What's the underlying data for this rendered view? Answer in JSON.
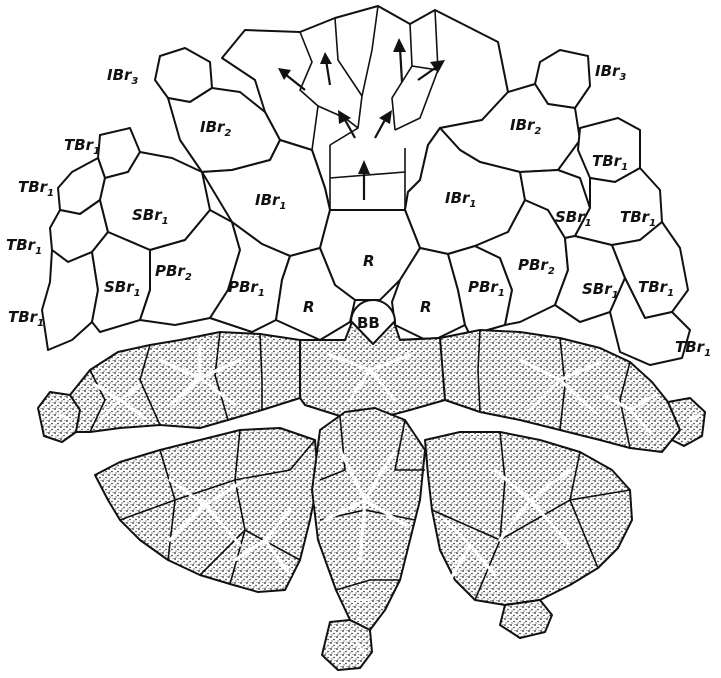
{
  "labels": {
    "ibr3_left": {
      "base": "IBr",
      "sub": "3"
    },
    "ibr3_right": {
      "base": "IBr",
      "sub": "3"
    },
    "ibr2_left": {
      "base": "IBr",
      "sub": "2"
    },
    "ibr2_right": {
      "base": "IBr",
      "sub": "2"
    },
    "ibr1_left": {
      "base": "IBr",
      "sub": "1"
    },
    "ibr1_right": {
      "base": "IBr",
      "sub": "1"
    },
    "tbr1_left_1": {
      "base": "TBr",
      "sub": "1"
    },
    "tbr1_left_2": {
      "base": "TBr",
      "sub": "1"
    },
    "tbr1_left_3": {
      "base": "TBr",
      "sub": "1"
    },
    "tbr1_left_4": {
      "base": "TBr",
      "sub": "1"
    },
    "sbr1_left_1": {
      "base": "SBr",
      "sub": "1"
    },
    "sbr1_left_2": {
      "base": "SBr",
      "sub": "1"
    },
    "pbr2_left": {
      "base": "PBr",
      "sub": "2"
    },
    "pbr1_left": {
      "base": "PBr",
      "sub": "1"
    },
    "r_top": {
      "base": "R",
      "sub": ""
    },
    "r_left": {
      "base": "R",
      "sub": ""
    },
    "r_right": {
      "base": "R",
      "sub": ""
    },
    "bb": {
      "base": "BB",
      "sub": ""
    },
    "pbr1_right": {
      "base": "PBr",
      "sub": "1"
    },
    "pbr2_right": {
      "base": "PBr",
      "sub": "2"
    },
    "sbr1_right_1": {
      "base": "SBr",
      "sub": "1"
    },
    "sbr1_right_2": {
      "base": "SBr",
      "sub": "1"
    },
    "tbr1_right_1": {
      "base": "TBr",
      "sub": "1"
    },
    "tbr1_right_2": {
      "base": "TBr",
      "sub": "1"
    },
    "tbr1_right_3": {
      "base": "TBr",
      "sub": "1"
    },
    "tbr1_right_4": {
      "base": "TBr",
      "sub": "1"
    }
  }
}
